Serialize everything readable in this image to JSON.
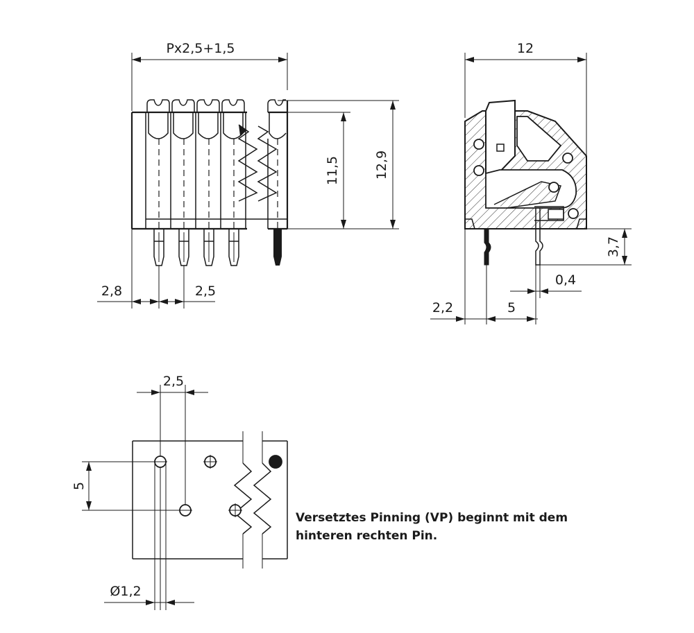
{
  "front_view": {
    "dim_width": "Px2,5+1,5",
    "dim_height_inner": "11,5",
    "dim_height_total": "12,9",
    "dim_edge": "2,8",
    "dim_pitch": "2,5"
  },
  "side_view": {
    "dim_width": "12",
    "dim_pin_length": "3,7",
    "dim_pin_thickness": "0,4",
    "dim_edge": "2,2",
    "dim_pin_spacing": "5"
  },
  "footprint": {
    "dim_pitch": "2,5",
    "dim_row_spacing": "5",
    "dim_hole": "Ø1,2"
  },
  "note": {
    "line1": "Versetztes Pinning (VP) beginnt mit dem",
    "line2": "hinteren rechten Pin."
  }
}
